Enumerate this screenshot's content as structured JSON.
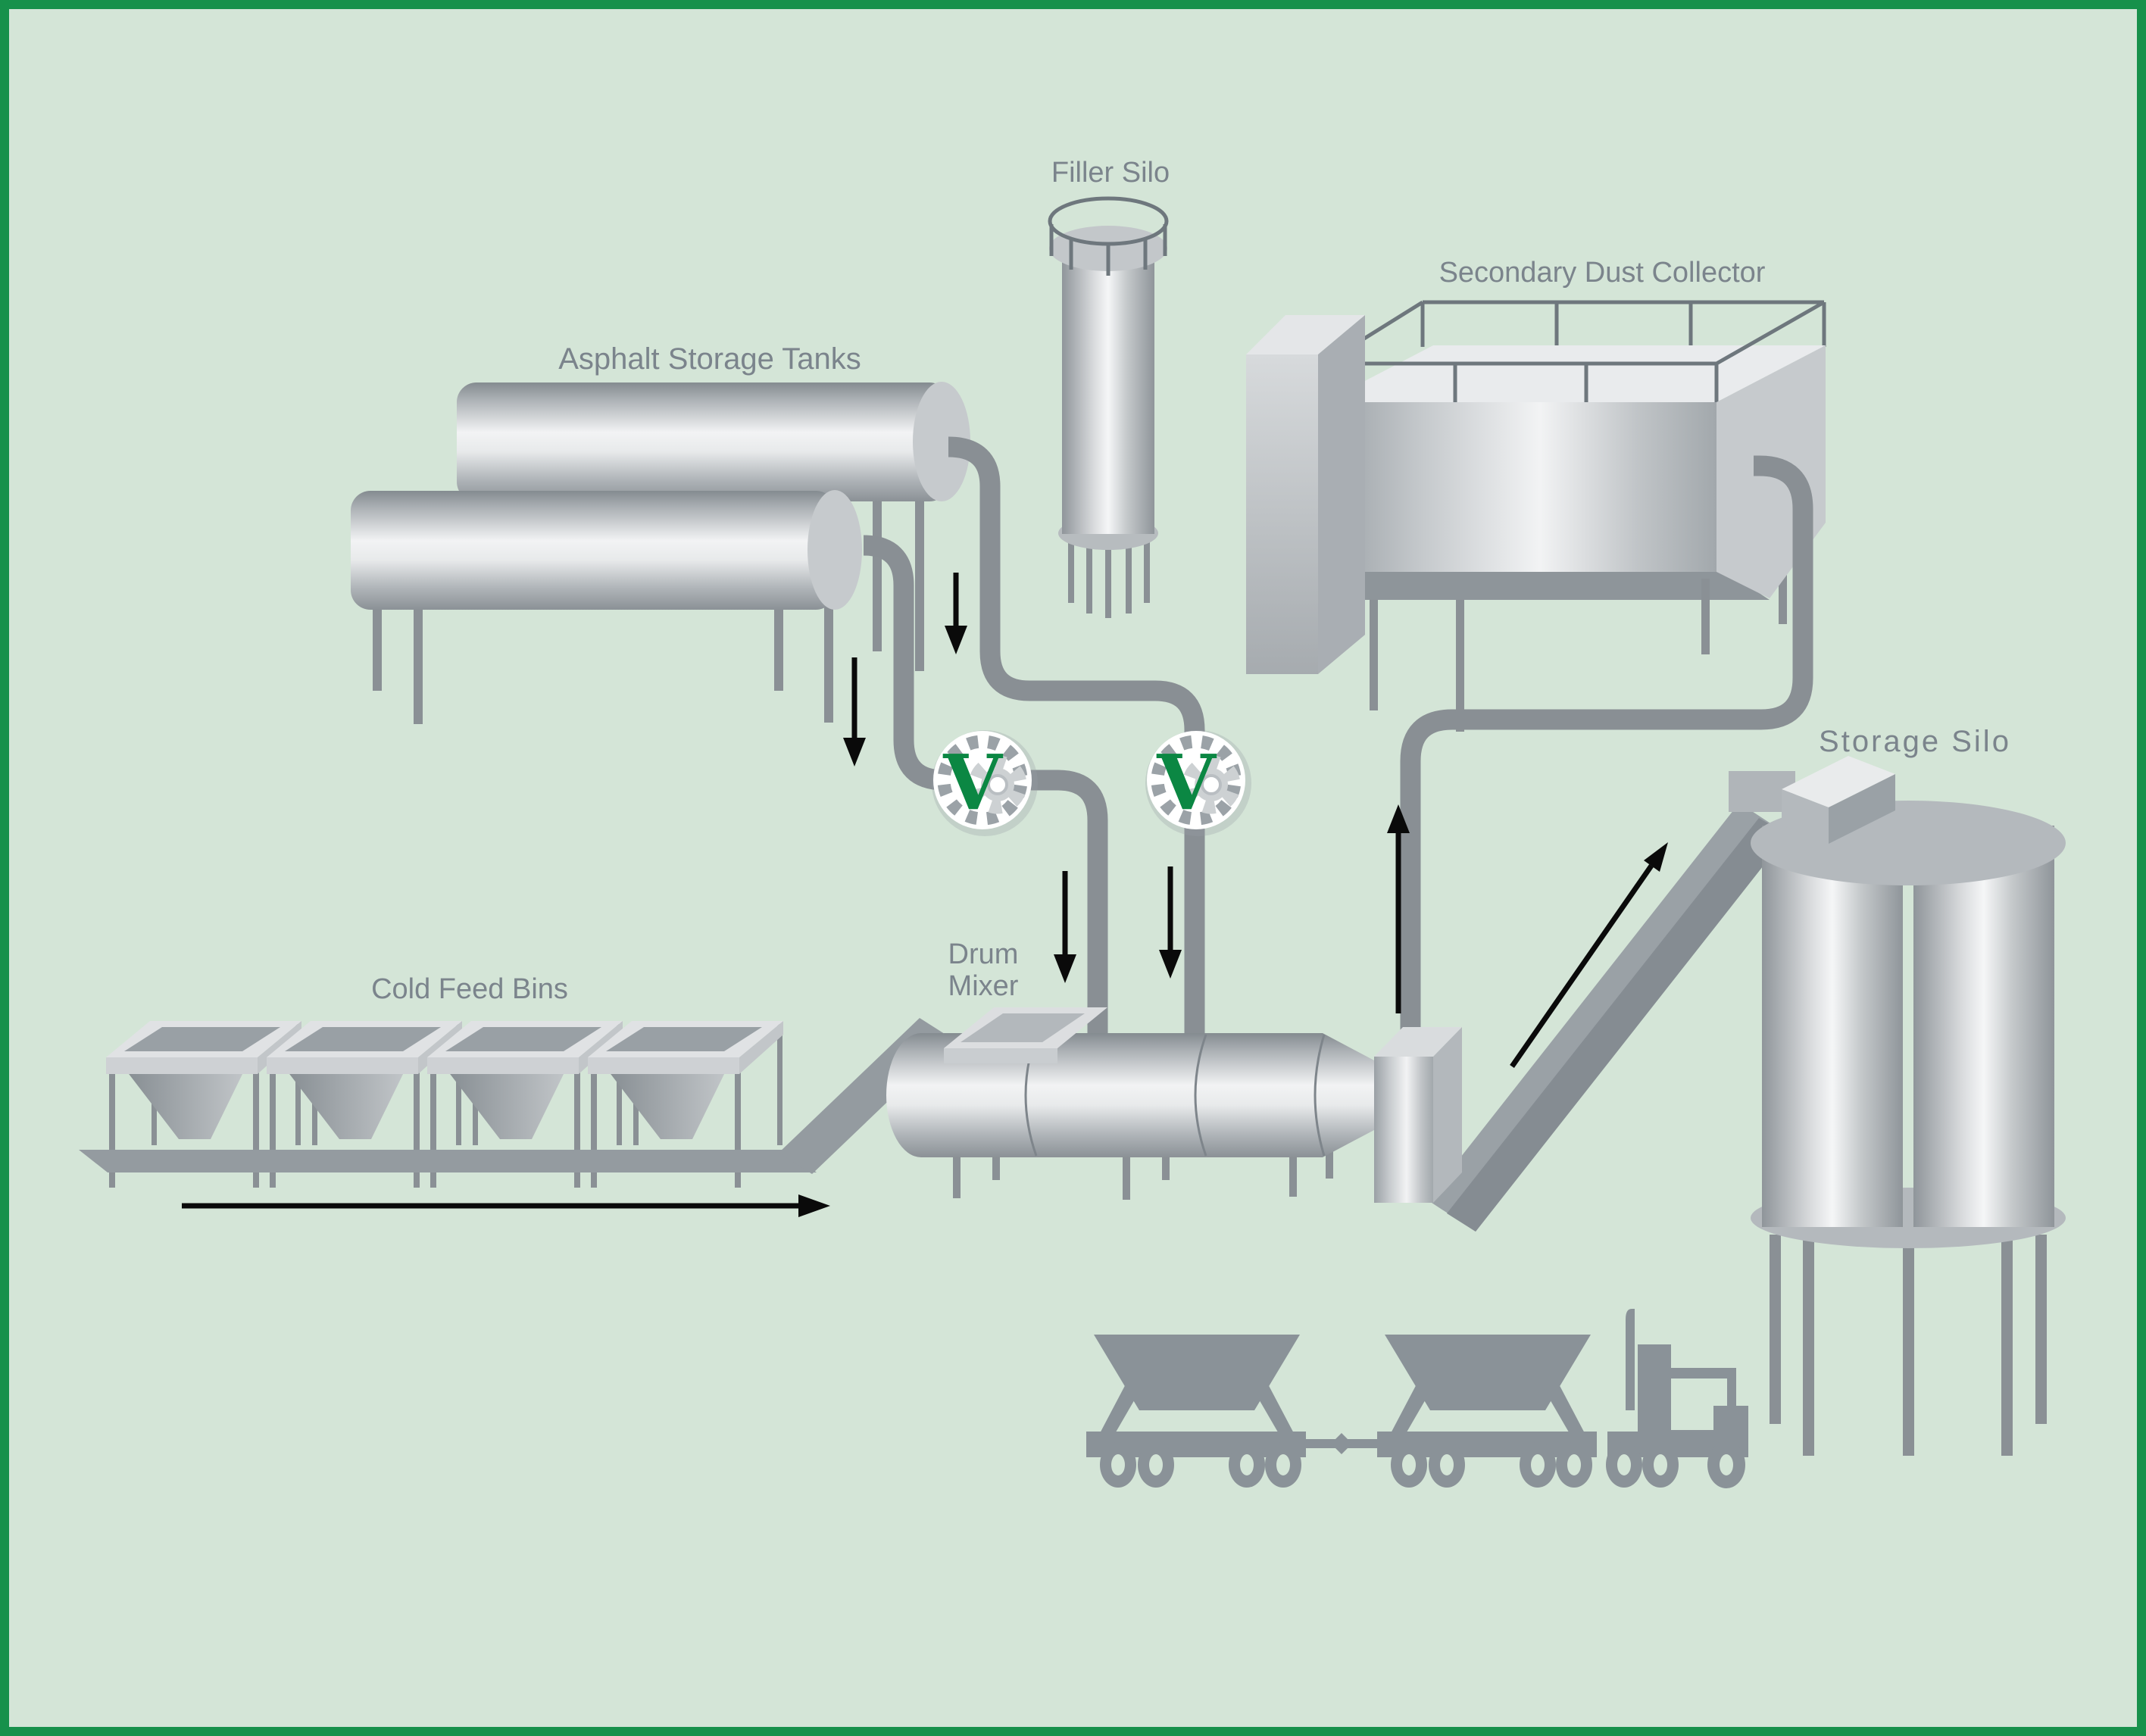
{
  "diagram": {
    "type": "asphalt-plant-process-flow",
    "labels": {
      "asphalt_tanks": "Asphalt Storage Tanks",
      "filler_silo": "Filler Silo",
      "dust_collector": "Secondary Dust Collector",
      "cold_feed_bins": "Cold Feed Bins",
      "drum_line1": "Drum",
      "drum_line2": "Mixer",
      "storage_silo": "Storage Silo"
    },
    "icons": {
      "valve_logo": {
        "name": "rotary-valve-logo-icon",
        "letter": "V"
      },
      "flow_arrows": [
        "arrow-down-from-front-tank",
        "arrow-down-from-back-tank",
        "arrow-down-into-drum-left",
        "arrow-down-into-drum-right",
        "arrow-up-to-dust-collector",
        "arrow-up-conveyor-to-silo",
        "arrow-right-feed-belt"
      ]
    },
    "colors": {
      "frame": "#17914B",
      "background": "#D4E5D7",
      "label": "#7B848C",
      "logo": "#0B8743",
      "silhouette": "#8A9298",
      "pipe": "#898F94",
      "arrow": "#0A0A0A",
      "leg": "#8A9095",
      "rail": "#6E777D"
    }
  }
}
